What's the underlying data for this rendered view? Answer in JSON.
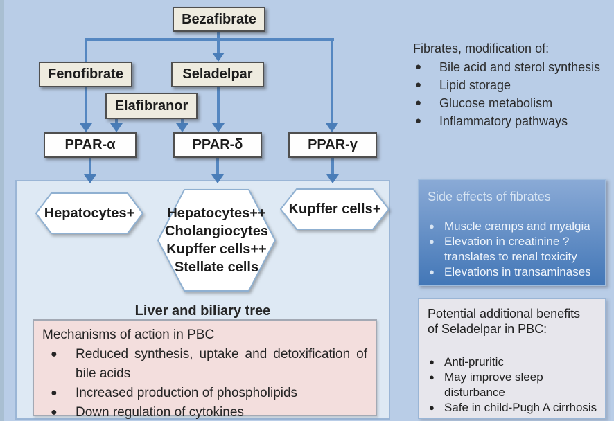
{
  "colors": {
    "background": "#b9cde7",
    "arrow": "#5587c1",
    "container_fill": "#dee9f4",
    "container_border": "#9bb6d6",
    "drug_box_fill": "#eeebdf",
    "ppar_box_fill": "#fefefe",
    "box_border": "#4f4f4f",
    "hexagon_border": "#8fb0d1",
    "mechanisms_fill": "#f3dedd",
    "side_effects_gradient_top": "#8aaad6",
    "side_effects_gradient_bottom": "#4377b7",
    "benefits_fill": "#e7e6ec"
  },
  "flow": {
    "bezafibrate": "Bezafibrate",
    "fenofibrate": "Fenofibrate",
    "seladelpar": "Seladelpar",
    "elafibranor": "Elafibranor",
    "ppar_alpha": "PPAR-α",
    "ppar_delta": "PPAR-δ",
    "ppar_gamma": "PPAR-γ",
    "hex_left": "Hepatocytes+",
    "hex_center_lines": [
      "Hepatocytes++",
      "Cholangiocytes",
      "Kupffer cells++",
      "Stellate cells"
    ],
    "hex_right": "Kupffer cells+",
    "container_label": "Liver and biliary tree"
  },
  "fibrates_info": {
    "title": "Fibrates, modification of:",
    "bullets": [
      "Bile acid and sterol synthesis",
      "Lipid storage",
      "Glucose metabolism",
      "Inflammatory pathways"
    ]
  },
  "side_effects": {
    "title": "Side effects of fibrates",
    "bullets": [
      "Muscle cramps and myalgia",
      "Elevation in creatinine ? translates to renal toxicity",
      "Elevations in transaminases"
    ]
  },
  "mechanisms": {
    "title": "Mechanisms of action in PBC",
    "bullets": [
      "Reduced synthesis, uptake and detoxification of bile acids",
      "Increased production of phospholipids",
      "Down regulation of cytokines"
    ]
  },
  "benefits": {
    "title": "Potential additional benefits of Seladelpar in PBC:",
    "bullets": [
      "Anti-pruritic",
      "May improve sleep disturbance",
      "Safe in child-Pugh A cirrhosis"
    ]
  }
}
